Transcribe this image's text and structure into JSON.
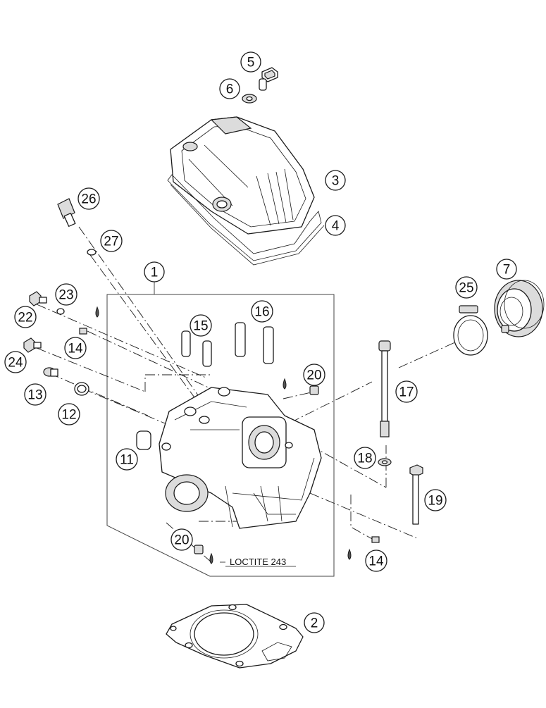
{
  "callouts": {
    "c1": "1",
    "c2": "2",
    "c3": "3",
    "c4": "4",
    "c5": "5",
    "c6": "6",
    "c7": "7",
    "c11": "11",
    "c12": "12",
    "c13": "13",
    "c14a": "14",
    "c14b": "14",
    "c15": "15",
    "c16": "16",
    "c17": "17",
    "c18": "18",
    "c19": "19",
    "c20a": "20",
    "c20b": "20",
    "c22": "22",
    "c23": "23",
    "c24": "24",
    "c25": "25",
    "c26": "26",
    "c27": "27"
  },
  "note": {
    "loctite": "LOCTITE 243"
  }
}
